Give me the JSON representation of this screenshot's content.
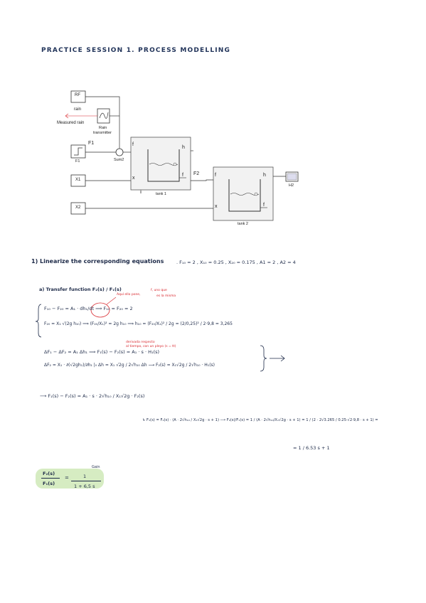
{
  "title": "PRACTICE SESSION 1. PROCESS MODELLING",
  "diagram": {
    "rf": "RF",
    "rain": "rain",
    "measured_rain": "Measured rain",
    "rain_transmitter_1": "Rain",
    "rain_transmitter_2": "transmitter",
    "f1_step": "F1",
    "f1_label": "F1",
    "sum2": "Sum2",
    "x1": "X1",
    "x2": "X2",
    "tank1": "tank 1",
    "tank2": "tank 2",
    "h2": "H2",
    "f2": "F2",
    "fi": "f",
    "h": "h",
    "x": "x",
    "f0": "f"
  },
  "q1": {
    "heading": "1) Linearize the corresponding equations",
    "params": ". F₁₀ = 2 , X₁₀ = 0.25 , X₂₀ = 0.175 , A1 = 2 , A2 = 4"
  },
  "qa": {
    "heading": "a) Transfer function F₂(s) / F₁(s)",
    "note1": "Aquí ello pone,",
    "note2": "f, uno que",
    "note3": "es la misma",
    "note4": "derivada respecto",
    "note5": "al tiempo, con un pleyo (s = tt)",
    "l1": "F₁₀ − F₂₀ = A₁ · dh₁/dt   ⟹   F₁₀ = F₂₀ = 2",
    "l2": "F₂₀ = X₁ √(2g h₁₀)   ⟹   (F₂₀/X₁)² = 2g h₁₀   ⟹   h₁₀ = (F₂₀/X₁)² / 2g = (2/0,25)² / 2·9,8 = 3,265",
    "l3": "ΔF₁ − ΔF₂ = A₁ Δh₁  ⟹  F₁(s) − F₂(s) = A₁ · s · H₁(s)",
    "l4": "ΔF₂ = X₁ · ∂(√2gh₁)/∂h₁ |₀ Δh = X₁ √2g / 2√h₁₀ Δh  ⟶  F₂(s) = X₁√2g / 2√h₁₀ · H₁(s)",
    "l5": "⟶ F₁(s) − F₂(s) = A₁ · s · 2√h₁₀ / X₁√2g · F₂(s)",
    "l6": "↳ F₁(s) = F₂(s) · (A · 2√h₁₀ / X₁√2g · s + 1)  ⟶  F₂(s)/F₁(s) = 1 / (A · 2√h₁₀/X₁√2g · s + 1) = 1 / (2 · 2√3.265 / 0.25·√2·9,8 · s + 1) =",
    "l7": "= 1 / 6.53 s + 1",
    "result_num": "F₂(s)",
    "result_den": "F₁(s)",
    "result_eq": "=",
    "result_gain": "1",
    "result_rhs_den": "1 + 6,5 s",
    "gain_label": "Gain"
  }
}
